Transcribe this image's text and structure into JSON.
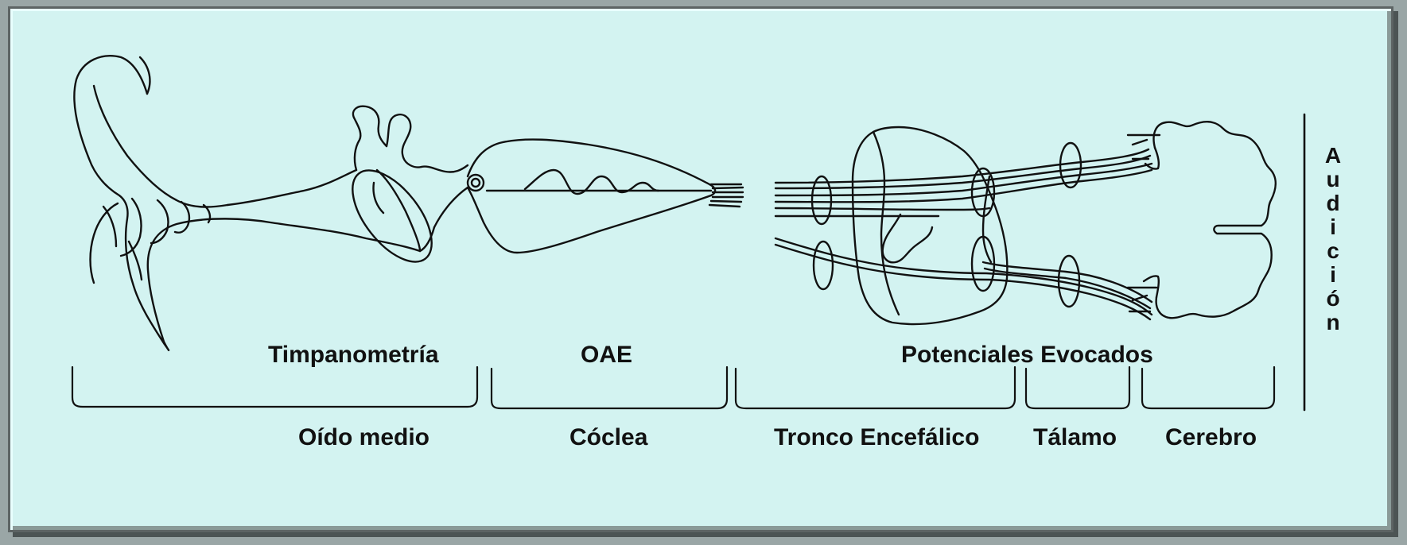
{
  "labels": {
    "timpanometria": "Timpanometría",
    "oae": "OAE",
    "potenciales": "Potenciales Evocados",
    "oido_medio": "Oído medio",
    "coclea": "Cóclea",
    "tronco": "Tronco Encefálico",
    "talamo": "Tálamo",
    "cerebro": "Cerebro"
  },
  "vertical_label": [
    "A",
    "u",
    "d",
    "i",
    "c",
    "i",
    "ó",
    "n"
  ],
  "colors": {
    "background": "#d3f3f1",
    "ink": "#111111",
    "frame": "#5d6464"
  }
}
